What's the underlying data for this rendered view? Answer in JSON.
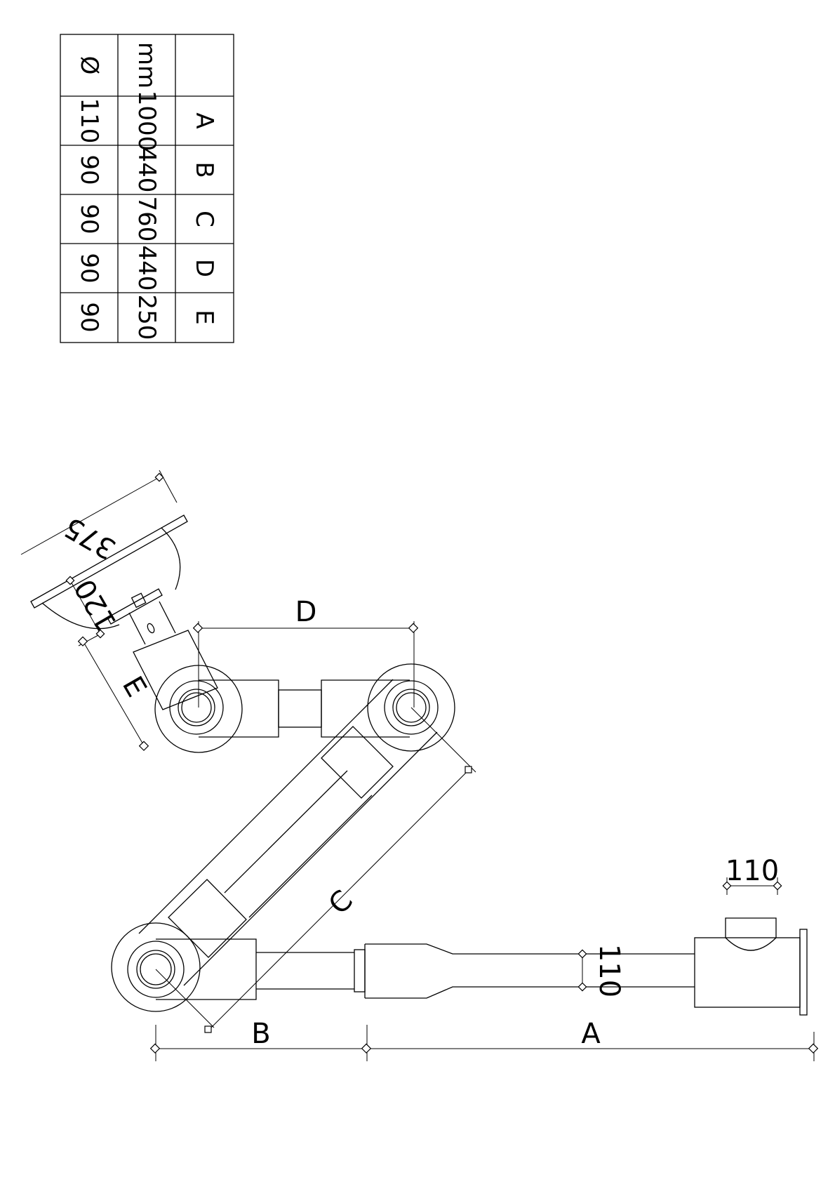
{
  "table": {
    "header": [
      "",
      "mm",
      "Ø"
    ],
    "rows": [
      {
        "label": "A",
        "mm": "1000",
        "dia": "110"
      },
      {
        "label": "B",
        "mm": "440",
        "dia": "90"
      },
      {
        "label": "C",
        "mm": "760",
        "dia": "90"
      },
      {
        "label": "D",
        "mm": "440",
        "dia": "90"
      },
      {
        "label": "E",
        "mm": "250",
        "dia": "90"
      }
    ]
  },
  "dimensions": {
    "A": "A",
    "B": "B",
    "C": "C",
    "D": "D",
    "E": "E",
    "outlet_width": "110",
    "pipe_dia": "110",
    "basin_width": "375",
    "plate_height": "120"
  }
}
